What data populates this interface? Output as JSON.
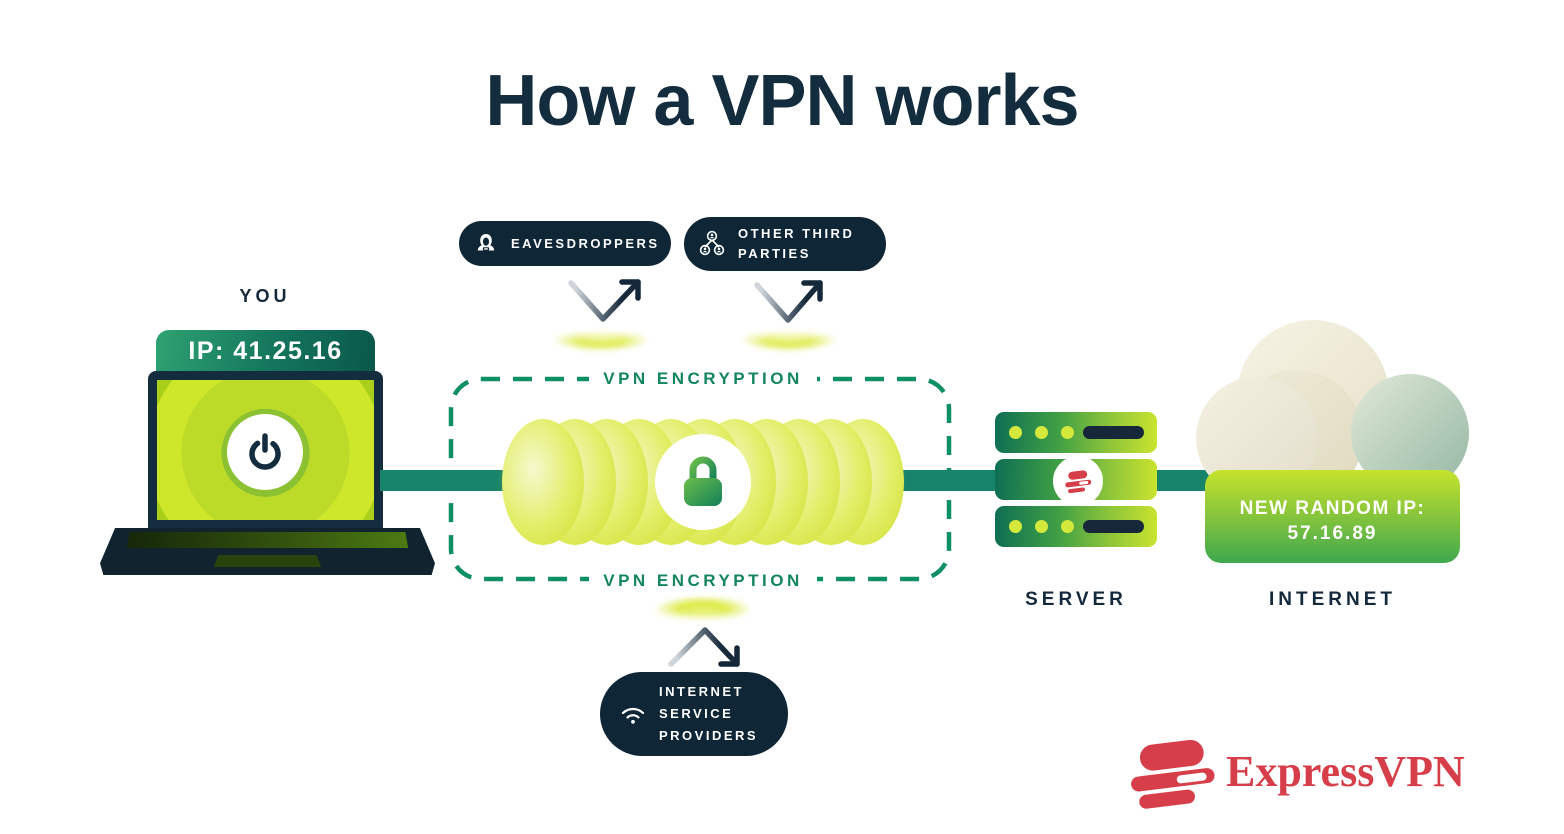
{
  "title": "How a VPN works",
  "labels": {
    "you": "YOU",
    "server": "SERVER",
    "internet": "INTERNET"
  },
  "you_device": {
    "ip": "IP: 41.25.16"
  },
  "vpn_tunnel": {
    "encryption_top": "VPN ENCRYPTION",
    "encryption_bottom": "VPN ENCRYPTION"
  },
  "threat_badges": {
    "eavesdroppers": {
      "label": "EAVESDROPPERS"
    },
    "other_third_parties": {
      "line1": "OTHER THIRD",
      "line2": "PARTIES"
    },
    "isp": {
      "line1": "INTERNET",
      "line2": "SERVICE",
      "line3": "PROVIDERS"
    }
  },
  "internet_cloud": {
    "new_ip_title": "NEW RANDOM IP:",
    "new_ip_value": "57.16.89"
  },
  "brand": {
    "wordmark": "ExpressVPN"
  },
  "icons": {
    "eavesdroppers": "spy-icon",
    "other_third_parties": "people-network-icon",
    "isp": "wifi-icon",
    "tunnel": "lock-icon",
    "laptop": "power-icon",
    "server": "expressvpn-logo-icon",
    "brand": "expressvpn-logo-icon"
  },
  "colors": {
    "navy_text": "#132c3e",
    "badge_navy": "#0e2636",
    "connection_teal": "#17836a",
    "encryption_green": "#13865f",
    "coil_yellow_green": "#dfeb5b",
    "screen_green": "#bcdb28",
    "ip_box_green_top": "#c6e32c",
    "ip_box_green_bottom": "#3fa84f",
    "brand_red": "#d63f4a"
  }
}
